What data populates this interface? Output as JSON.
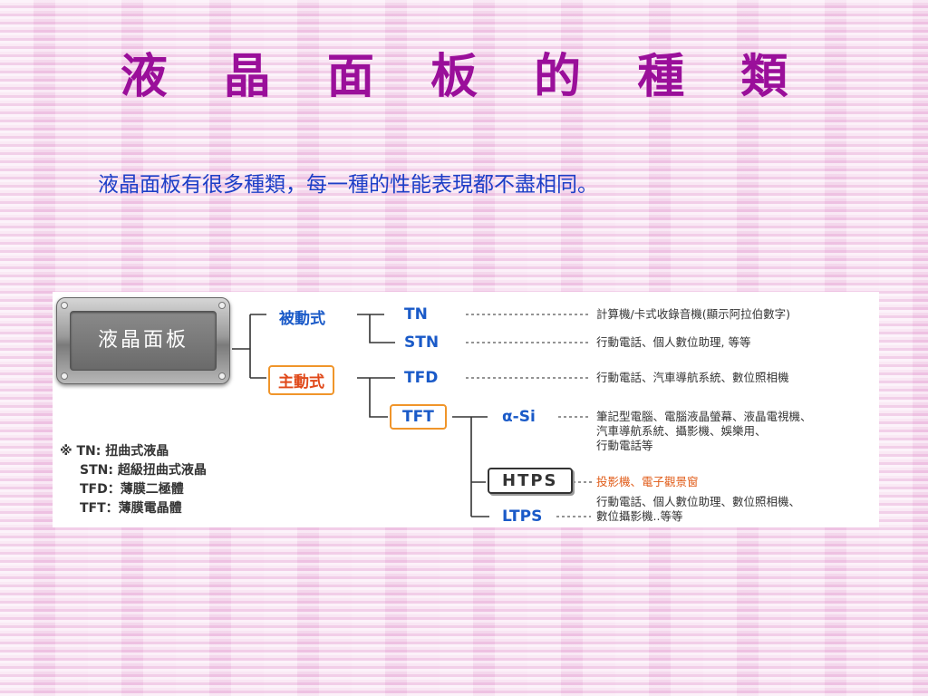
{
  "title": "液 晶 面 板 的 種 類",
  "subtitle": "液晶面板有很多種類，每一種的性能表現都不盡相同。",
  "diagram": {
    "root_label": "液晶面板",
    "passive": {
      "label": "被動式"
    },
    "active": {
      "label": "主動式"
    },
    "types": {
      "tn": "TN",
      "stn": "STN",
      "tfd": "TFD",
      "tft": "TFT",
      "asi": "α-Si",
      "htps": "HTPS",
      "ltps": "LTPS"
    },
    "descriptions": {
      "tn": "計算機/卡式收錄音機(顯示阿拉伯數字)",
      "stn": "行動電話、個人數位助理, 等等",
      "tfd": "行動電話、汽車導航系統、數位照相機",
      "asi": [
        "筆記型電腦、電腦液晶螢幕、液晶電視機、",
        "汽車導航系統、攝影機、娛樂用、",
        "行動電話等"
      ],
      "htps": "投影機、電子觀景窗",
      "ltps": [
        "行動電話、個人數位助理、數位照相機、",
        "數位攝影機..等等"
      ]
    },
    "notes": [
      "※ TN: 扭曲式液晶",
      "STN: 超級扭曲式液晶",
      "TFD：薄膜二極體",
      "TFT：薄膜電晶體"
    ],
    "colors": {
      "title": "#9a0f9a",
      "subtitle": "#1d3fc7",
      "blue_label": "#1a5ac8",
      "orange_box": "#f0952a",
      "htps_desc": "#e05a16"
    }
  }
}
